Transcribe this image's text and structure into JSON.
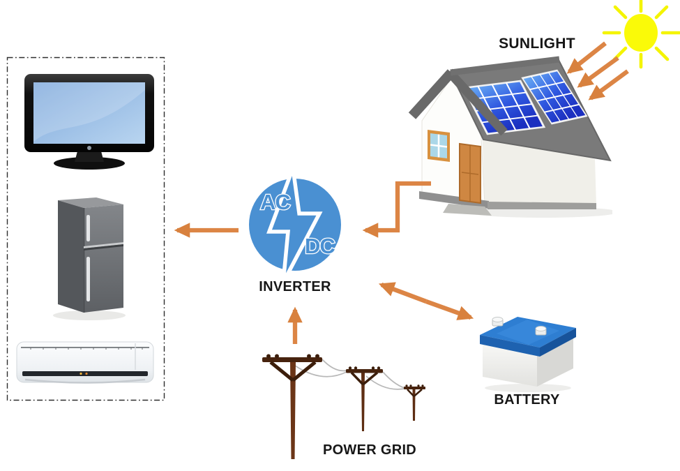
{
  "diagram": {
    "type": "solar-power-system",
    "labels": {
      "sunlight": "SUNLIGHT",
      "inverter": "INVERTER",
      "inverter_ac": "AC",
      "inverter_dc": "DC",
      "power_grid": "POWER GRID",
      "battery": "BATTERY"
    },
    "nodes": [
      {
        "id": "sun",
        "icon": "sun-icon"
      },
      {
        "id": "solar-house",
        "icon": "solar-house-icon"
      },
      {
        "id": "inverter",
        "icon": "inverter-acdc-icon"
      },
      {
        "id": "appliances",
        "icon": "appliances-group",
        "items": [
          "television",
          "refrigerator",
          "air-conditioner"
        ]
      },
      {
        "id": "power-grid",
        "icon": "power-grid-icon"
      },
      {
        "id": "battery",
        "icon": "battery-icon"
      }
    ],
    "connections": [
      {
        "from": "sun",
        "to": "solar-house",
        "style": "three-parallel-arrows"
      },
      {
        "from": "solar-house",
        "to": "inverter",
        "style": "elbow-arrow"
      },
      {
        "from": "inverter",
        "to": "appliances",
        "style": "straight-arrow"
      },
      {
        "from": "power-grid",
        "to": "inverter",
        "style": "straight-arrow"
      },
      {
        "from": "inverter",
        "to": "battery",
        "style": "double-headed-arrow"
      }
    ],
    "colors": {
      "arrow_orange": "#DC8545",
      "arrow_head_orange": "#D8813E",
      "inverter_blue": "#4A90D2",
      "sun_yellow": "#FAFA08",
      "solar_panel_light": "#6CB0F5",
      "solar_panel_dark": "#1B2FC0",
      "roof_gray": "#7A7A7A",
      "door_orange": "#CF8742",
      "battery_lid_blue": "#2E7ED2",
      "pole_brown": "#6B3517",
      "label_text": "#171717",
      "dashed_box": "#2D2D2D"
    }
  }
}
